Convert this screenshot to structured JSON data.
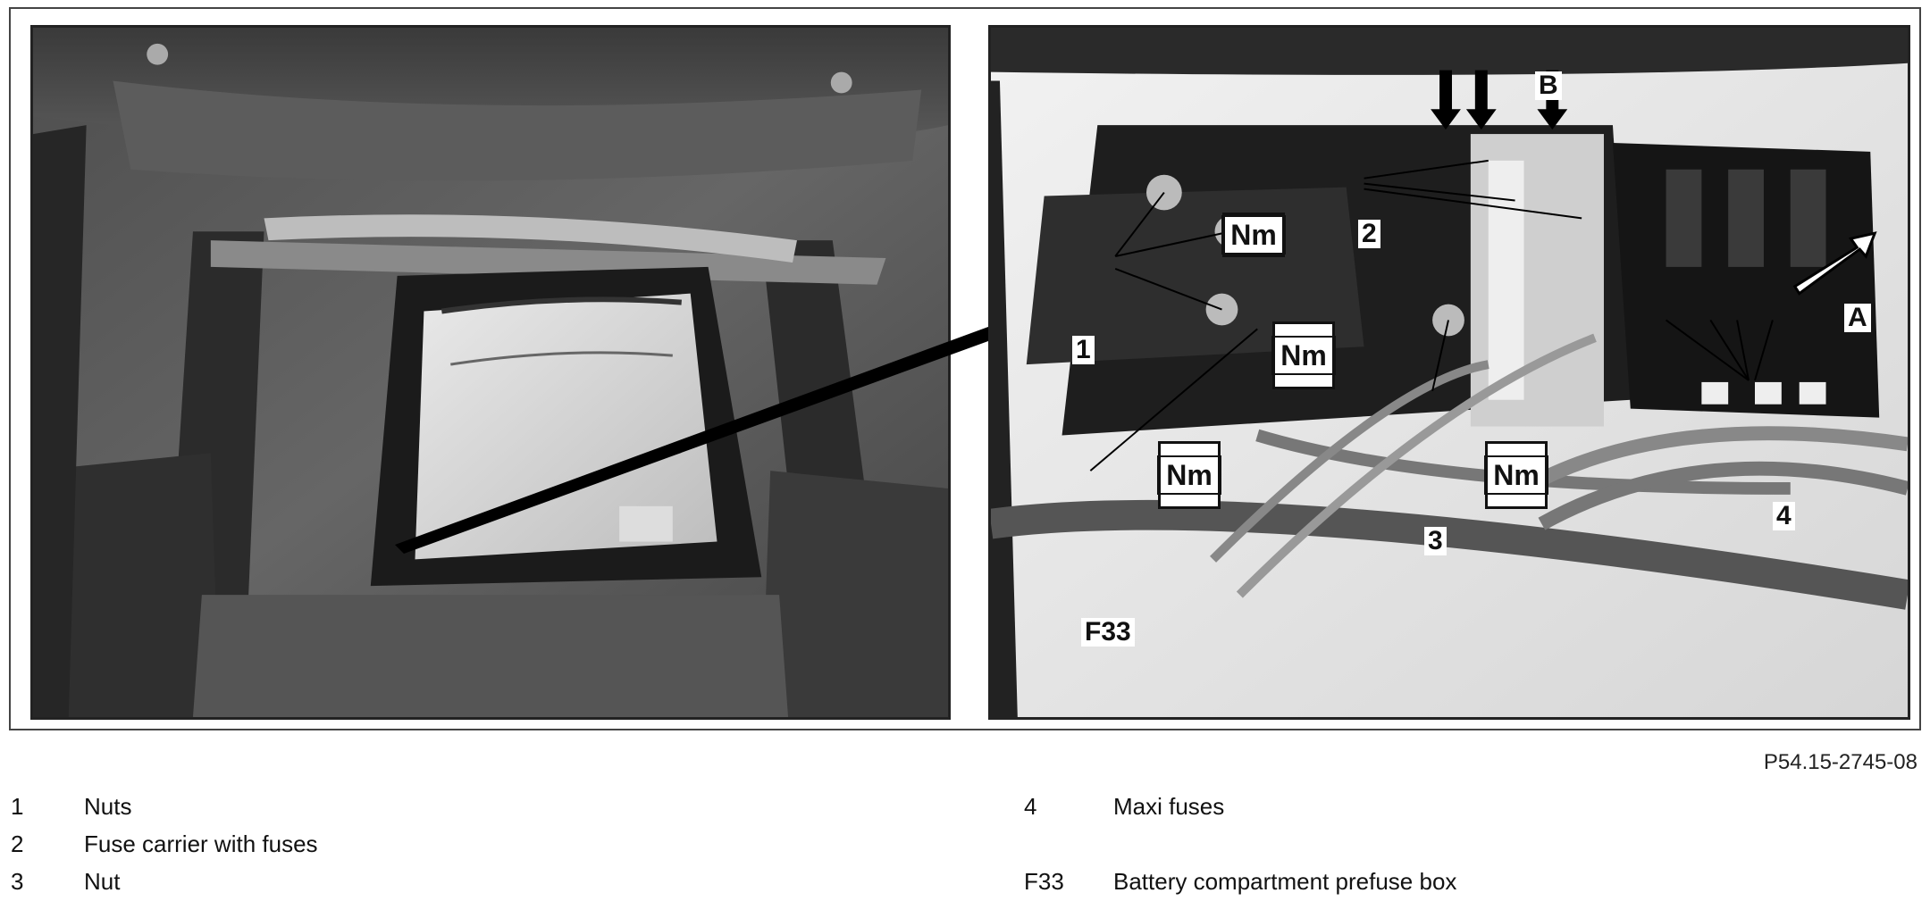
{
  "figure": {
    "code": "P54.15-2745-08",
    "labels": {
      "nm1": "Nm",
      "nm2": "Nm",
      "nm3": "Nm",
      "nm4": "Nm",
      "num1": "1",
      "num2": "2",
      "num3": "3",
      "num4": "4",
      "f33": "F33",
      "a": "A",
      "b": "B"
    }
  },
  "legend": [
    {
      "num": "1",
      "text": "Nuts"
    },
    {
      "num": "2",
      "text": "Fuse carrier with fuses"
    },
    {
      "num": "3",
      "text": "Nut"
    },
    {
      "num": "4",
      "text": "Maxi fuses"
    },
    {
      "num": "F33",
      "text": "Battery compartment prefuse box"
    }
  ]
}
